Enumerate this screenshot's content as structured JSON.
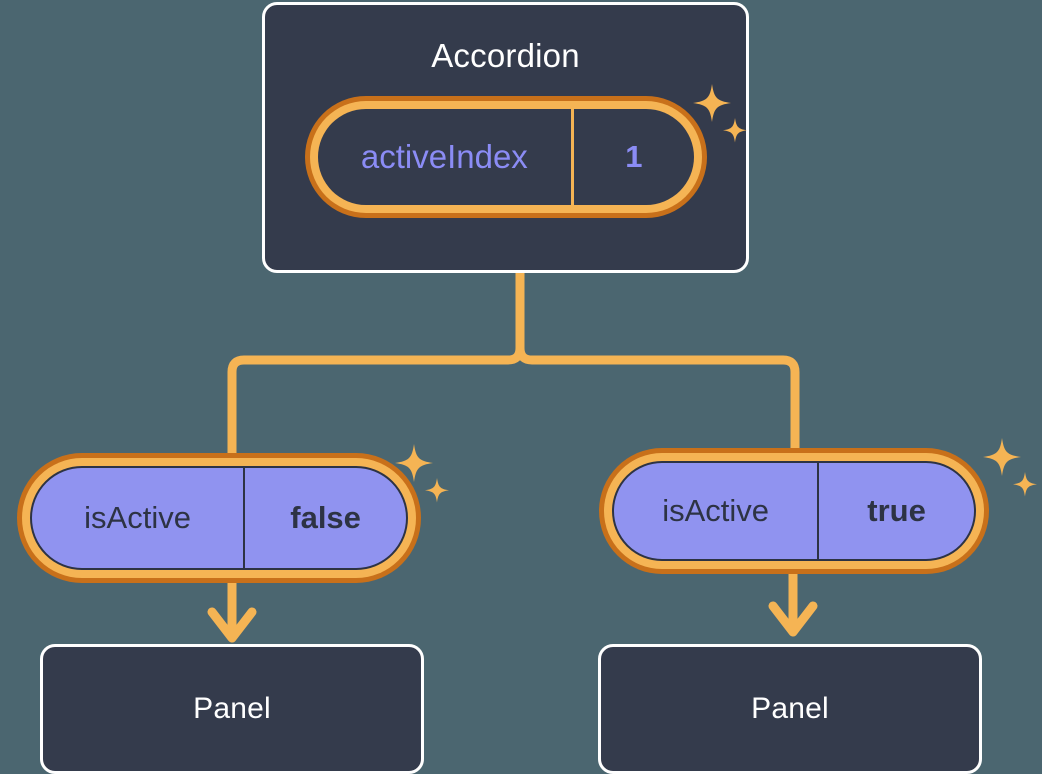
{
  "theme": {
    "background": "#4b6670",
    "card_fill": "#343b4c",
    "card_border": "#ffffff",
    "pill_ring_outer": "#c8701a",
    "pill_ring_inner": "#f5b454",
    "pill_purple_fill": "#9093f0",
    "connector": "#f5b454",
    "value_accent": "#8b8cf5",
    "dark_text": "#2d3344"
  },
  "diagram": {
    "type": "component-tree",
    "root": {
      "name": "root-component",
      "title": "Accordion",
      "state": {
        "key": "activeIndex",
        "value": "1"
      }
    },
    "children": [
      {
        "name": "child-left",
        "prop": {
          "key": "isActive",
          "value": "false"
        },
        "component": {
          "title": "Panel"
        }
      },
      {
        "name": "child-right",
        "prop": {
          "key": "isActive",
          "value": "true"
        },
        "component": {
          "title": "Panel"
        }
      }
    ]
  },
  "icons": {
    "sparkle_large": "sparkle-icon",
    "sparkle_small": "sparkle-small-icon",
    "arrow_down": "arrow-down-icon",
    "branch": "branch-connector-icon"
  }
}
